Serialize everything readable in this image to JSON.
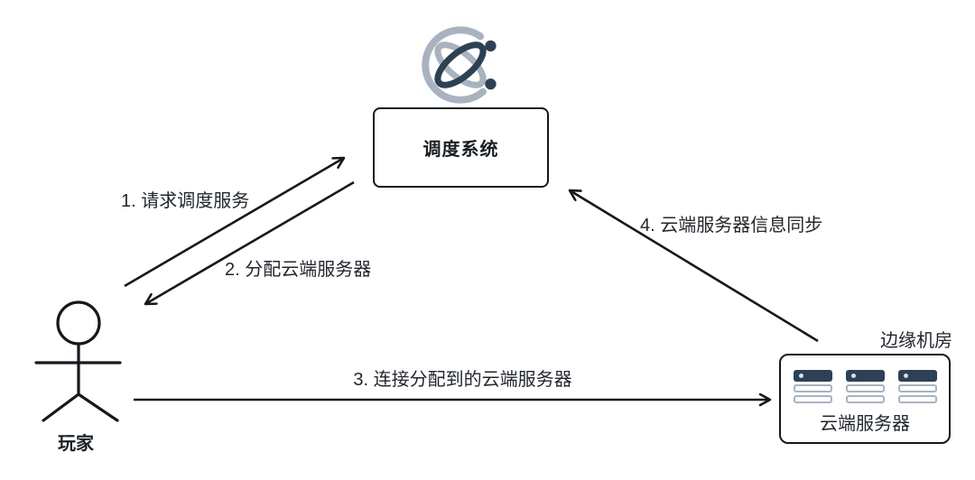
{
  "diagram": {
    "title_implicit": "cloud-gaming-scheduling-flow",
    "nodes": {
      "scheduler": {
        "label": "调度系统"
      },
      "player": {
        "label": "玩家"
      },
      "edge_room": {
        "label": "边缘机房",
        "inner_label": "云端服务器",
        "server_count": 3
      }
    },
    "arrows": [
      {
        "id": 1,
        "label": "1. 请求调度服务",
        "from": "player",
        "to": "scheduler"
      },
      {
        "id": 2,
        "label": "2. 分配云端服务器",
        "from": "scheduler",
        "to": "player"
      },
      {
        "id": 3,
        "label": "3. 连接分配到的云端服务器",
        "from": "player",
        "to": "edge_room"
      },
      {
        "id": 4,
        "label": "4. 云端服务器信息同步",
        "from": "edge_room",
        "to": "scheduler"
      }
    ],
    "colors": {
      "background": "#ffffff",
      "line": "#15191e",
      "text": "#22272e",
      "icon_dark": "#2d4154",
      "icon_light": "#a8b3bf"
    }
  }
}
